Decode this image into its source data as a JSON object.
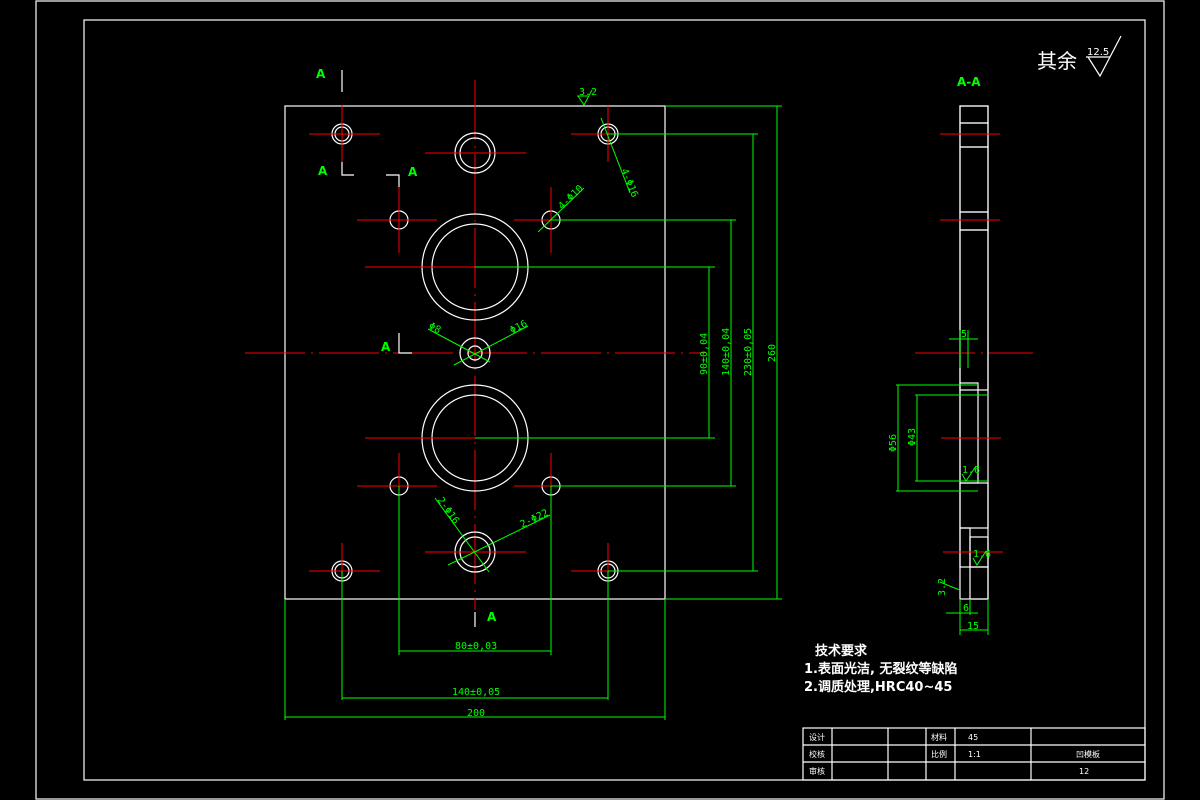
{
  "drawing": {
    "surface_roughness_note": {
      "prefix": "其余",
      "value": "12.5"
    },
    "section_label": "A-A",
    "section_marker": "A",
    "main_view": {
      "callouts": {
        "corner_holes": "4-Φ16",
        "inner_holes": "4-Φ10",
        "center_small": "Φ8",
        "center_large": "Φ16",
        "bottom_small": "2-Φ16",
        "bottom_large": "2-Φ22",
        "roughness_top": "3.2"
      },
      "dimensions": {
        "d_90": "90±0,04",
        "d_140_v": "140±0,04",
        "d_230": "230±0,05",
        "d_260": "260",
        "d_80": "80±0,03",
        "d_140_h": "140±0,05",
        "d_200": "200"
      }
    },
    "section_view": {
      "dimensions": {
        "dia_56": "Φ56",
        "dia_43": "Φ43",
        "thk_5": "5",
        "thk_6": "6",
        "thk_15": "15",
        "rough_16a": "1.6",
        "rough_16b": "1.6",
        "rough_32": "3.2"
      }
    }
  },
  "tech_requirements": {
    "title": "技术要求",
    "items": [
      "1.表面光洁, 无裂纹等缺陷",
      "2.调质处理,HRC40~45"
    ]
  },
  "title_block": {
    "rows": [
      {
        "label": "设计",
        "mid_label": "材料",
        "mid_value": "45",
        "right": ""
      },
      {
        "label": "校核",
        "mid_label": "比例",
        "mid_value": "1:1",
        "right": "凹模板"
      },
      {
        "label": "审核",
        "mid_label": "",
        "mid_value": "",
        "right": "12"
      }
    ]
  }
}
